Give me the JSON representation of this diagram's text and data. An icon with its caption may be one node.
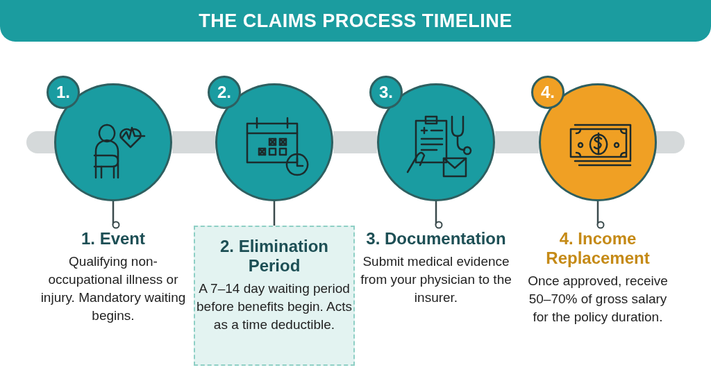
{
  "diagram": {
    "title": "THE CLAIMS PROCESS TIMELINE",
    "nodes": [
      {
        "text": [
          "1."
        ]
      },
      {
        "text": [
          "1. Event",
          "Qualifying non-occupational illness or injury. Mandatory waiting begins."
        ]
      },
      {
        "text": [
          "2."
        ]
      },
      {
        "text": [
          "2. Elimination Period",
          "A 7–14 day waiting period before benefits begin. Acts as a time deductible."
        ]
      },
      {
        "text": [
          "3."
        ]
      },
      {
        "text": [
          "3. Documentation",
          "Submit medical evidence from your physician to the insurer."
        ]
      },
      {
        "text": [
          "4."
        ]
      },
      {
        "text": [
          "4. Income Replacement",
          "Once approved, receive 50–70% of gross salary for the policy duration."
        ]
      }
    ],
    "edges": [
      {
        "from": 0,
        "to": 2,
        "arrow": "none",
        "style": "thick",
        "color": "#d5d9da"
      },
      {
        "from": 2,
        "to": 4,
        "arrow": "none",
        "style": "thick",
        "color": "#d5d9da"
      },
      {
        "from": 4,
        "to": 6,
        "arrow": "none",
        "style": "thick",
        "color": "#d5d9da"
      },
      {
        "from": 0,
        "to": 1,
        "arrow": "other"
      },
      {
        "from": 2,
        "to": 3,
        "arrow": "none"
      },
      {
        "from": 4,
        "to": 5,
        "arrow": "other"
      },
      {
        "from": 6,
        "to": 7,
        "arrow": "other"
      }
    ]
  }
}
